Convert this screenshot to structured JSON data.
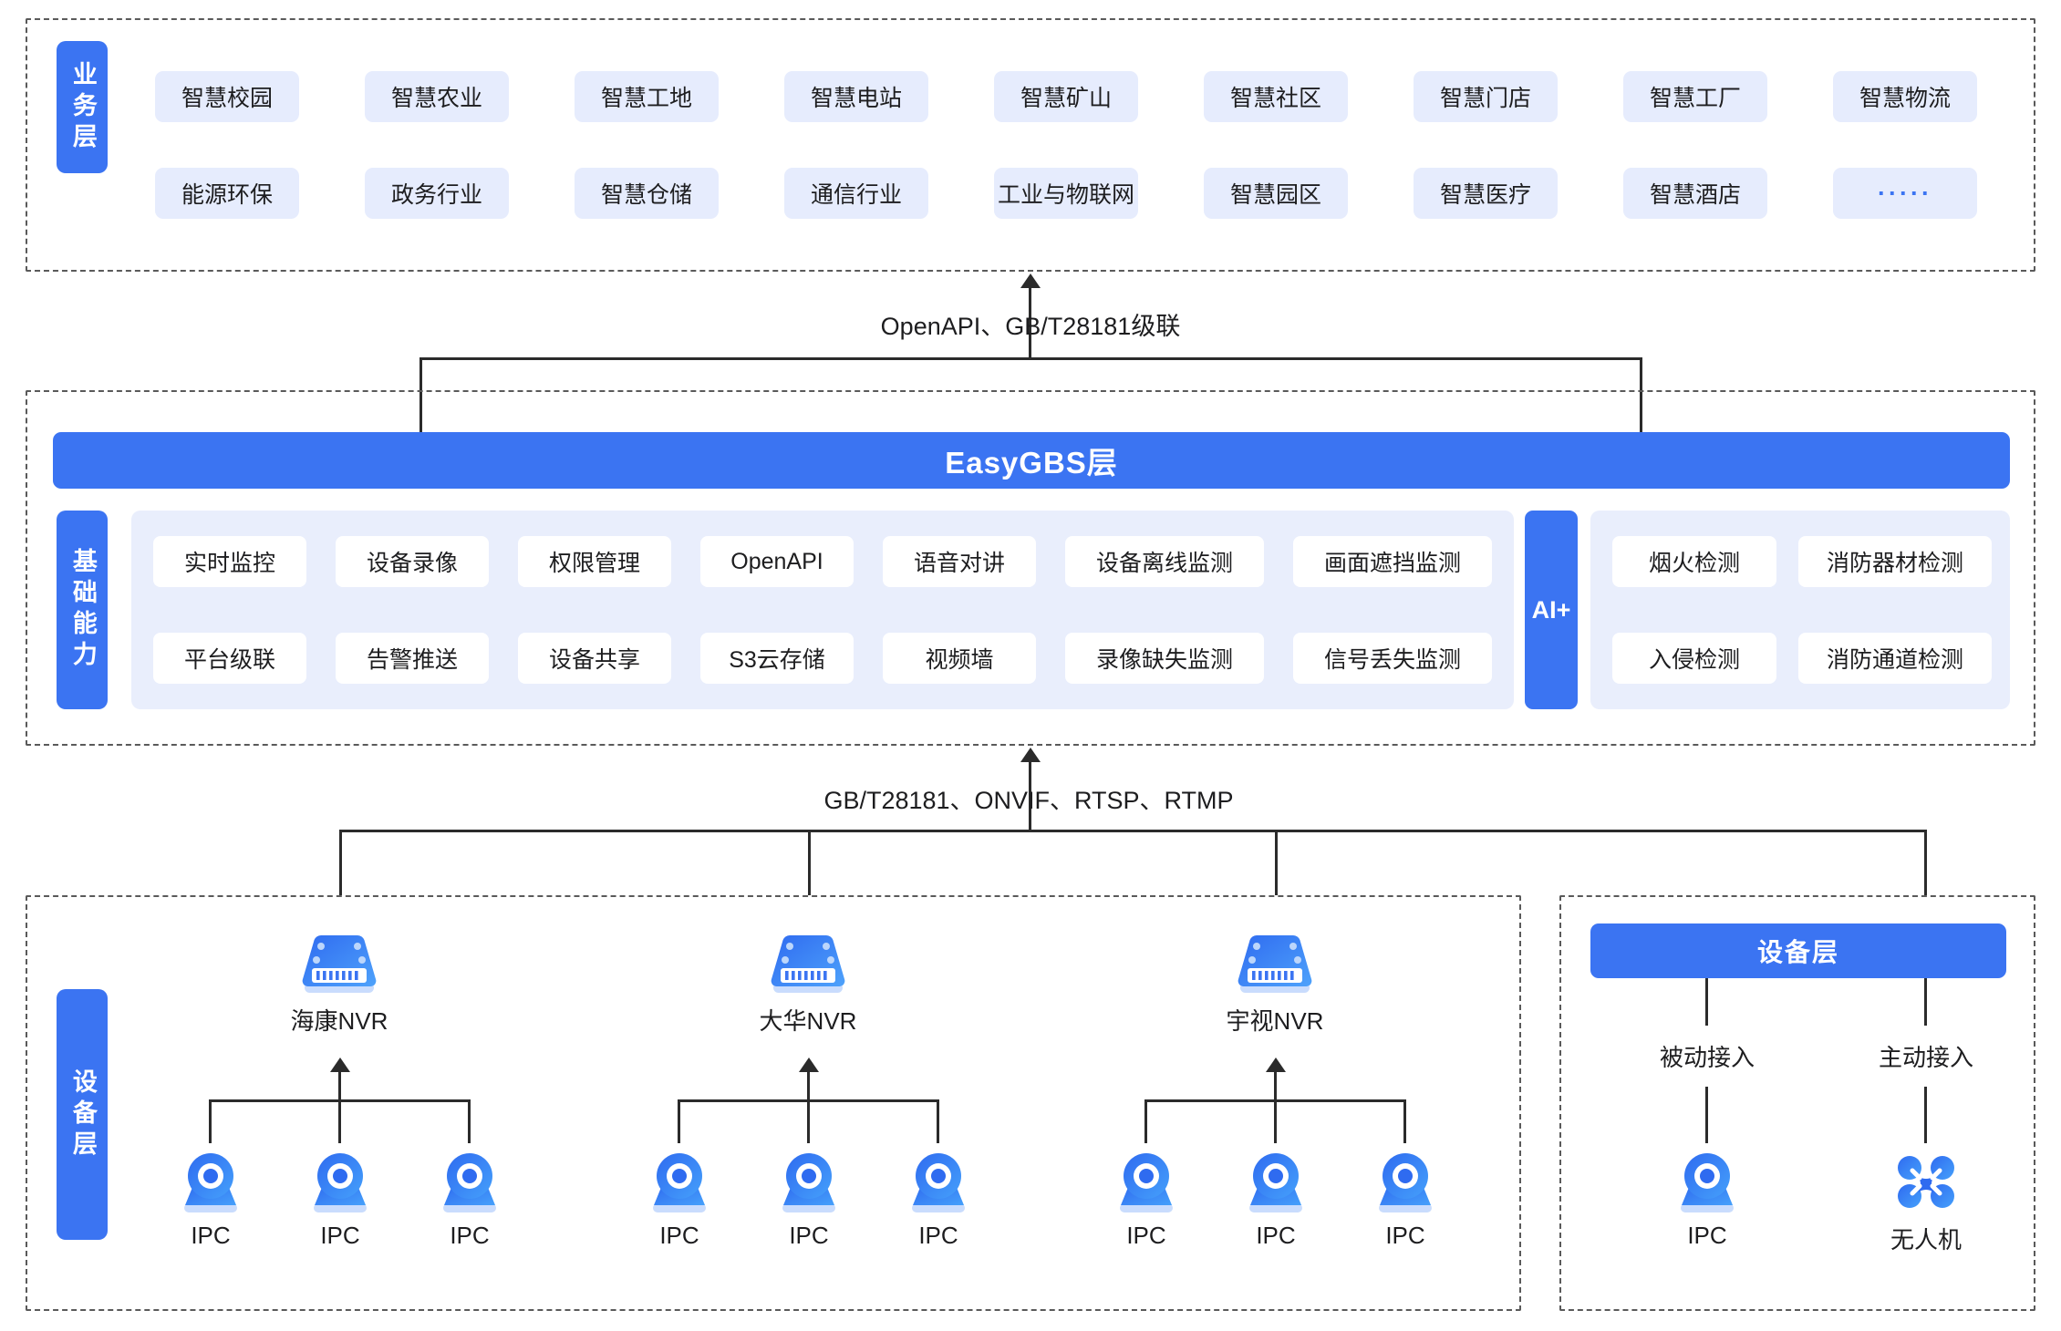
{
  "business_layer": {
    "side_label": "业务层",
    "row1": [
      "智慧校园",
      "智慧农业",
      "智慧工地",
      "智慧电站",
      "智慧矿山",
      "智慧社区",
      "智慧门店",
      "智慧工厂",
      "智慧物流"
    ],
    "row2": [
      "能源环保",
      "政务行业",
      "智慧仓储",
      "通信行业",
      "工业与物联网",
      "智慧园区",
      "智慧医疗",
      "智慧酒店",
      "·····"
    ]
  },
  "connector_top": {
    "protocol": "OpenAPI、GB/T28181级联"
  },
  "platform_layer": {
    "title": "EasyGBS层",
    "side_label": "基础能力",
    "capabilities_row1": [
      "实时监控",
      "设备录像",
      "权限管理",
      "OpenAPI",
      "语音对讲",
      "设备离线监测",
      "画面遮挡监测"
    ],
    "capabilities_row2": [
      "平台级联",
      "告警推送",
      "设备共享",
      "S3云存储",
      "视频墙",
      "录像缺失监测",
      "信号丢失监测"
    ],
    "ai": {
      "label": "AI+",
      "items_row1": [
        "烟火检测",
        "消防器材检测"
      ],
      "items_row2": [
        "入侵检测",
        "消防通道检测"
      ]
    }
  },
  "connector_bottom": {
    "protocol": "GB/T28181、ONVIF、RTSP、RTMP"
  },
  "device_layer_left": {
    "side_label": "设备层",
    "groups": [
      {
        "nvr_label": "海康NVR",
        "icon": "nvr-icon",
        "cameras": [
          "IPC",
          "IPC",
          "IPC"
        ]
      },
      {
        "nvr_label": "大华NVR",
        "icon": "nvr-icon",
        "cameras": [
          "IPC",
          "IPC",
          "IPC"
        ]
      },
      {
        "nvr_label": "宇视NVR",
        "icon": "nvr-icon",
        "cameras": [
          "IPC",
          "IPC",
          "IPC"
        ]
      }
    ]
  },
  "device_layer_right": {
    "title": "设备层",
    "branches": [
      {
        "access": "被动接入",
        "device_label": "IPC",
        "icon": "camera-icon"
      },
      {
        "access": "主动接入",
        "device_label": "无人机",
        "icon": "drone-icon"
      }
    ]
  },
  "colors": {
    "brand_blue": "#3b74f2",
    "tag_bg": "#e6ecfd",
    "panel_bg": "#e9eefc",
    "line": "#2b2b2b",
    "card_bg": "#ffffff"
  }
}
